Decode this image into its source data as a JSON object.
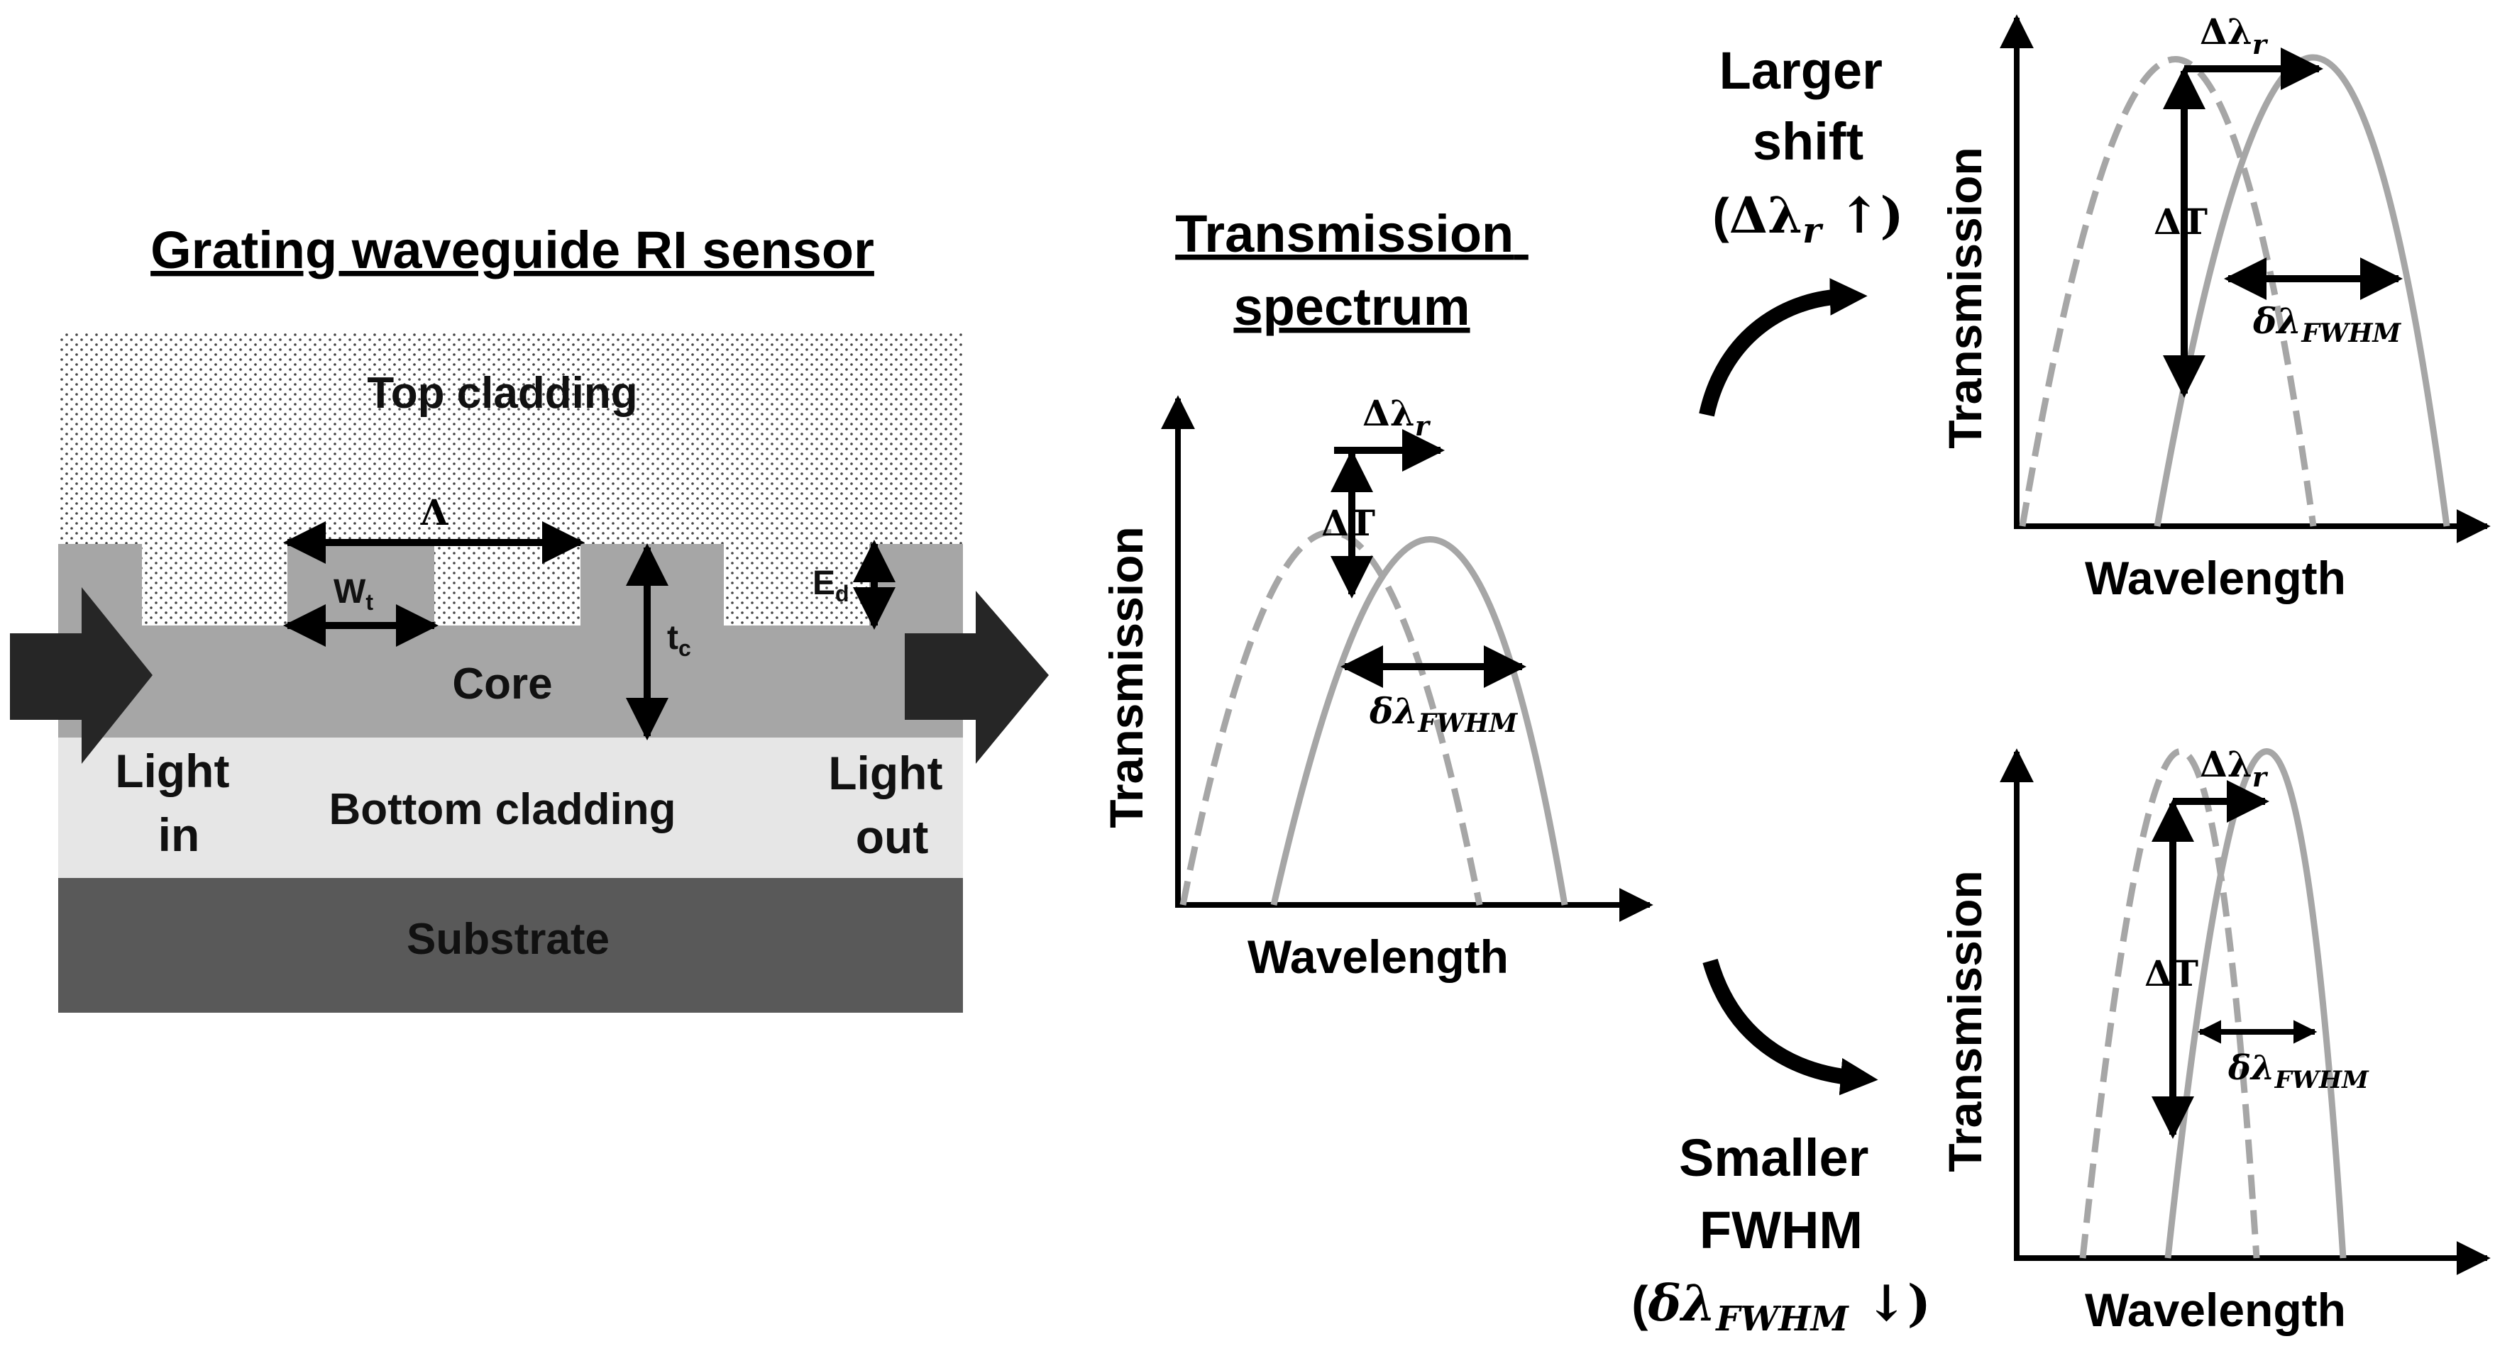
{
  "sensor": {
    "title": "Grating waveguide RI sensor",
    "top_cladding": "Top cladding",
    "period": "Λ",
    "tooth_width": "W",
    "tooth_width_sub": "t",
    "etch_depth": "E",
    "etch_depth_sub": "d",
    "core_thickness": "t",
    "core_thickness_sub": "c",
    "core": "Core",
    "bottom_cladding": "Bottom cladding",
    "substrate": "Substrate",
    "light_in": [
      "Light",
      "in"
    ],
    "light_out": [
      "Light",
      "out"
    ]
  },
  "main_spectrum": {
    "title": [
      "Transmission",
      "spectrum"
    ],
    "ylabel": "Transmission",
    "xlabel": "Wavelength",
    "shift_label": "Δλ",
    "shift_sub": "r",
    "dT_label": "ΔT",
    "fwhm_label": "δλ",
    "fwhm_sub": "FWHM"
  },
  "upper_case": {
    "caption": [
      "Larger",
      "shift"
    ],
    "caption_formula": {
      "open": "(",
      "sym": "Δλ",
      "sub": "r",
      "arrow": " ↑)"
    },
    "ylabel": "Transmission",
    "xlabel": "Wavelength",
    "shift_label": "Δλ",
    "shift_sub": "r",
    "dT_label": "ΔT",
    "fwhm_label": "δλ",
    "fwhm_sub": "FWHM"
  },
  "lower_case": {
    "caption": [
      "Smaller",
      "FWHM"
    ],
    "caption_formula": {
      "open": "(",
      "sym": "δλ",
      "sub": "FWHM",
      "arrow": " ↓)"
    },
    "ylabel": "Transmission",
    "xlabel": "Wavelength",
    "shift_label": "Δλ",
    "shift_sub": "r",
    "dT_label": "ΔT",
    "fwhm_label": "δλ",
    "fwhm_sub": "FWHM"
  },
  "colors": {
    "top_cladding": "#ffffff",
    "dots": "#444444",
    "core": "#a6a6a6",
    "bottom_cladding": "#e6e6e6",
    "substrate": "#595959",
    "curve": "#a6a6a6",
    "arrow": "#000000",
    "light_arrow": "#262626"
  }
}
